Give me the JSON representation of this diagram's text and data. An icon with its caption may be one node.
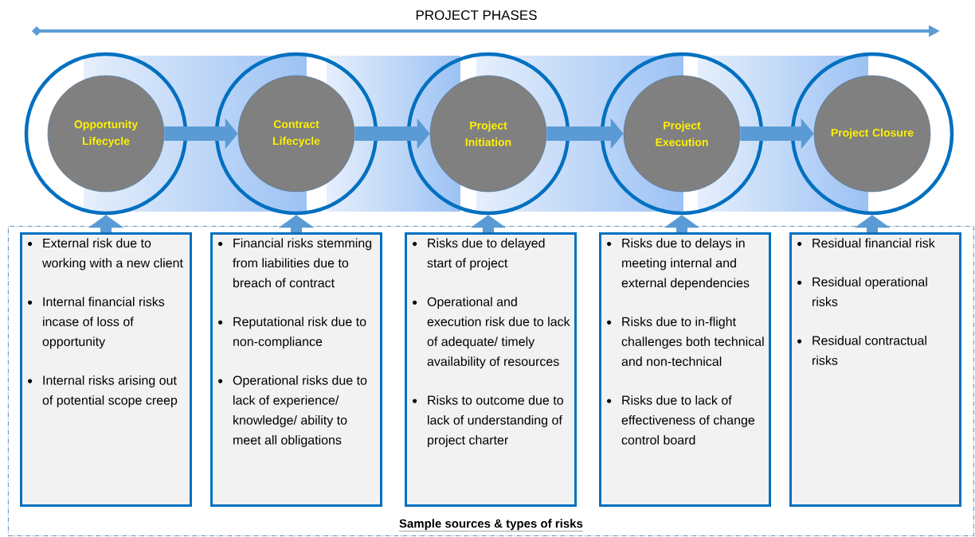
{
  "diagram": {
    "title": "PROJECT PHASES",
    "nodes": [
      {
        "text": [],
        "shape": "circle"
      },
      {
        "text": [
          "Opportunity Lifecycle"
        ],
        "in": 0
      },
      {
        "text": [],
        "shape": "circle"
      },
      {
        "text": [
          "Contract Lifecycle"
        ],
        "in": 2
      },
      {
        "text": [],
        "shape": "circle"
      },
      {
        "text": [
          "Project Initiation"
        ],
        "in": 4
      },
      {
        "text": [],
        "shape": "circle"
      },
      {
        "text": [
          "Project Execution"
        ],
        "in": 6
      },
      {
        "text": [],
        "shape": "circle"
      },
      {
        "text": [
          "Project Closure"
        ],
        "in": 8
      },
      {
        "text": [
          "Sample sources & types of risks"
        ]
      },
      {
        "text": [
          "External risk due to working with a new client",
          "Internal financial risks incase of loss of opportunity",
          "Internal risks arising out of potential scope creep"
        ],
        "in": 10
      },
      {
        "text": [
          "Financial risks stemming from liabilities due to breach of contract",
          "Reputational risk due to non-compliance",
          "Operational risks due to lack of experience/ knowledge/ ability to meet all obligations"
        ],
        "in": 10
      },
      {
        "text": [
          "Risks due to delayed start of project",
          "Operational and execution risk due to lack of adequate/ timely availability of resources",
          "Risks to outcome due to lack of understanding of project charter"
        ],
        "in": 10
      },
      {
        "text": [
          "Risks due to delays in meeting internal and external dependencies",
          "Risks due to in-flight challenges both technical and non-technical",
          "Risks due to lack of effectiveness of change control board"
        ],
        "in": 10
      },
      {
        "text": [
          "Residual financial risk",
          "Residual operational risks",
          "Residual contractual risks"
        ],
        "in": 10
      }
    ],
    "edges": [
      {
        "from": 1,
        "to": 3,
        "arrow": "to"
      },
      {
        "from": 3,
        "to": 5,
        "arrow": "to"
      },
      {
        "from": 5,
        "to": 7,
        "arrow": "to"
      },
      {
        "from": 7,
        "to": 9,
        "arrow": "to"
      },
      {
        "from": 11,
        "to": 0,
        "arrow": "to"
      },
      {
        "from": 12,
        "to": 2,
        "arrow": "to"
      },
      {
        "from": 13,
        "to": 4,
        "arrow": "to"
      },
      {
        "from": 14,
        "to": 6,
        "arrow": "to"
      },
      {
        "from": 15,
        "to": 8,
        "arrow": "to"
      }
    ]
  }
}
